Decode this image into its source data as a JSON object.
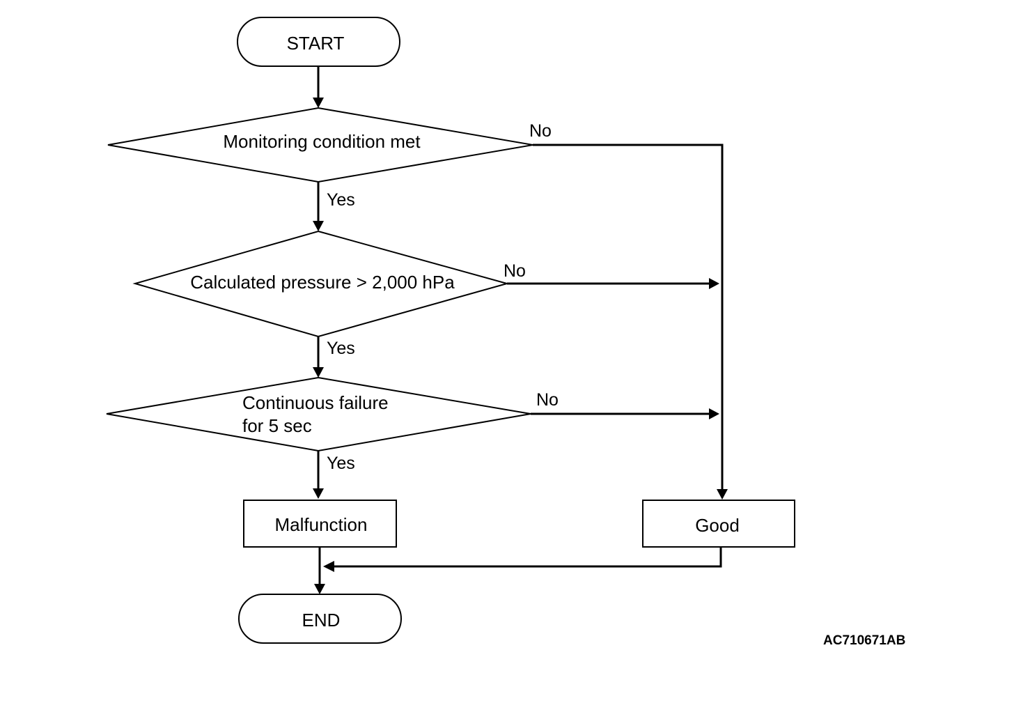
{
  "nodes": {
    "start": "START",
    "decision1": "Monitoring condition met",
    "decision2": "Calculated pressure > 2,000 hPa",
    "decision3_line1": "Continuous failure",
    "decision3_line2": "for 5 sec",
    "malfunction": "Malfunction",
    "good": "Good",
    "end": "END"
  },
  "edges": {
    "d1_yes": "Yes",
    "d1_no": "No",
    "d2_yes": "Yes",
    "d2_no": "No",
    "d3_yes": "Yes",
    "d3_no": "No"
  },
  "reference_code": "AC710671AB",
  "colors": {
    "line": "#000000",
    "background": "#ffffff"
  }
}
